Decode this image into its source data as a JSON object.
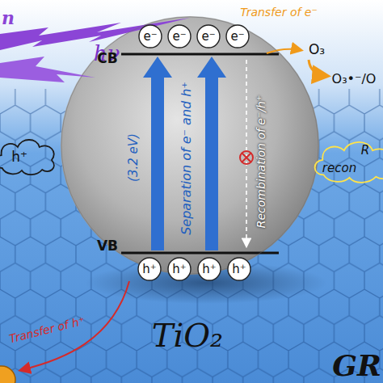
{
  "diagram": {
    "nodes": [
      {
        "text": [
          "TiO₂"
        ]
      },
      {
        "text": [
          "e⁻"
        ],
        "in": 0
      },
      {
        "text": [
          "e⁻"
        ],
        "in": 0
      },
      {
        "text": [
          "e⁻"
        ],
        "in": 0
      },
      {
        "text": [
          "e⁻"
        ],
        "in": 0
      },
      {
        "text": [
          "h⁺"
        ],
        "in": 0
      },
      {
        "text": [
          "h⁺"
        ],
        "in": 0
      },
      {
        "text": [
          "h⁺"
        ],
        "in": 0
      },
      {
        "text": [
          "h⁺"
        ],
        "in": 0
      },
      {
        "text": [
          "h⁺"
        ]
      },
      {
        "text": [
          "R",
          "recon"
        ]
      }
    ],
    "labels": [
      "n",
      "hν",
      "CB",
      "VB",
      "(3.2 eV)",
      "Separation of e⁻ and h⁺",
      "Recombination of e⁻/h⁺",
      "Transfer of e⁻",
      "O₃",
      "O₃•⁻/O",
      "Transfer of h⁺",
      "GR"
    ]
  }
}
